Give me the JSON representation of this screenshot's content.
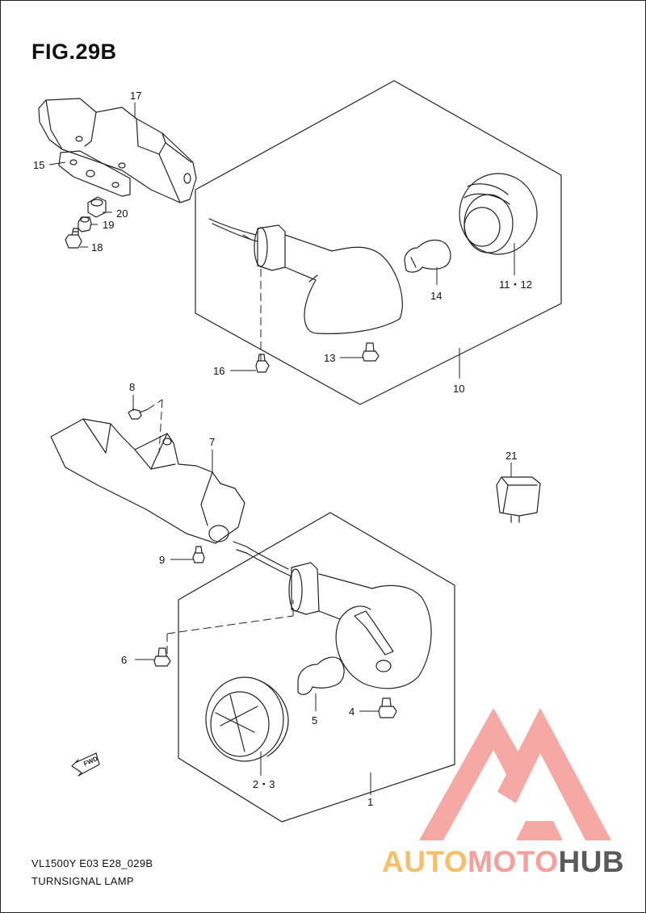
{
  "figure": {
    "title": "FIG.29B"
  },
  "footer": {
    "model_code": "VL1500Y E03 E28_029B",
    "section_name": "TURNSIGNAL LAMP"
  },
  "callouts": [
    {
      "id": "c17",
      "text": "17"
    },
    {
      "id": "c15",
      "text": "15"
    },
    {
      "id": "c20",
      "text": "20"
    },
    {
      "id": "c19",
      "text": "19"
    },
    {
      "id": "c18",
      "text": "18"
    },
    {
      "id": "c14",
      "text": "14"
    },
    {
      "id": "c1112",
      "text": "11・12"
    },
    {
      "id": "c16",
      "text": "16"
    },
    {
      "id": "c13",
      "text": "13"
    },
    {
      "id": "c10",
      "text": "10"
    },
    {
      "id": "c8",
      "text": "8"
    },
    {
      "id": "c7",
      "text": "7"
    },
    {
      "id": "c21",
      "text": "21"
    },
    {
      "id": "c9",
      "text": "9"
    },
    {
      "id": "c6",
      "text": "6"
    },
    {
      "id": "c4",
      "text": "4"
    },
    {
      "id": "c5",
      "text": "5"
    },
    {
      "id": "c23",
      "text": "2・3"
    },
    {
      "id": "c1",
      "text": "1"
    }
  ],
  "fwd_label": "FWD",
  "watermark": {
    "part1": "AUTO",
    "part2": "MOTO",
    "part3": "HUB",
    "colors": {
      "auto": "#f6c06a",
      "moto": "#f7a09a",
      "hub": "#5a5a5a"
    }
  }
}
